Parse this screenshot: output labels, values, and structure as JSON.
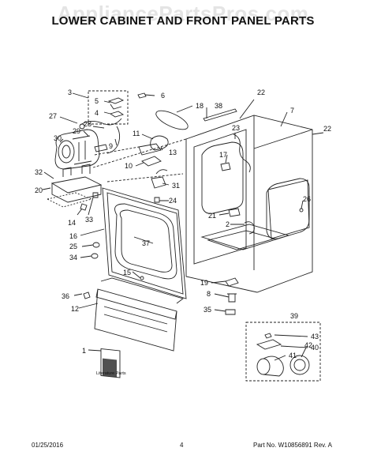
{
  "watermark": "AppliancePartsPros.com",
  "title": "LOWER CABINET AND FRONT PANEL PARTS",
  "callouts": [
    "3",
    "5",
    "4",
    "6",
    "27",
    "29",
    "28",
    "30",
    "9",
    "11",
    "13",
    "10",
    "32",
    "20",
    "14",
    "33",
    "16",
    "25",
    "34",
    "36",
    "12",
    "1",
    "15",
    "37",
    "31",
    "24",
    "18",
    "38",
    "22",
    "23",
    "17",
    "21",
    "2",
    "7",
    "22",
    "26",
    "19",
    "8",
    "35",
    "39",
    "43",
    "40",
    "41",
    "42"
  ],
  "literature_label": "Literature Parts",
  "footer": {
    "date": "01/25/2016",
    "page": "4",
    "part_no": "Part No. W10856891  Rev. A"
  }
}
